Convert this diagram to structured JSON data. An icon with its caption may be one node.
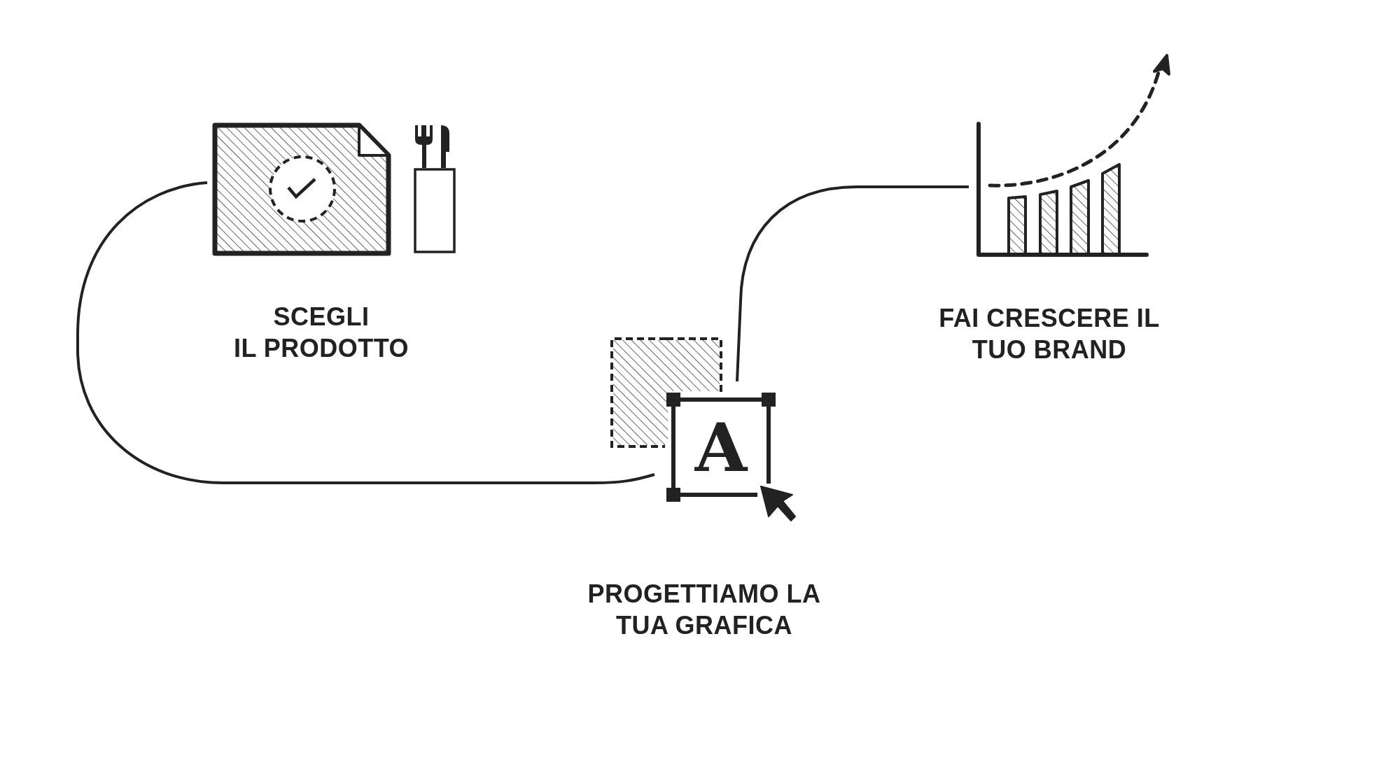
{
  "diagram": {
    "nodes": [
      {
        "text": [],
        "shape": "picture",
        "beside": [
          "SCEGLI IL PRODOTTO"
        ]
      },
      {
        "text": [
          "A"
        ],
        "beside": [
          "PROGETTIAMO LA TUA GRAFICA"
        ]
      },
      {
        "text": [],
        "shape": "picture",
        "beside": [
          "FAI CRESCERE IL TUO BRAND"
        ]
      }
    ],
    "edges": [
      {
        "from": 0,
        "to": 1,
        "arrow": "none"
      },
      {
        "from": 1,
        "to": 2,
        "arrow": "none"
      }
    ]
  }
}
